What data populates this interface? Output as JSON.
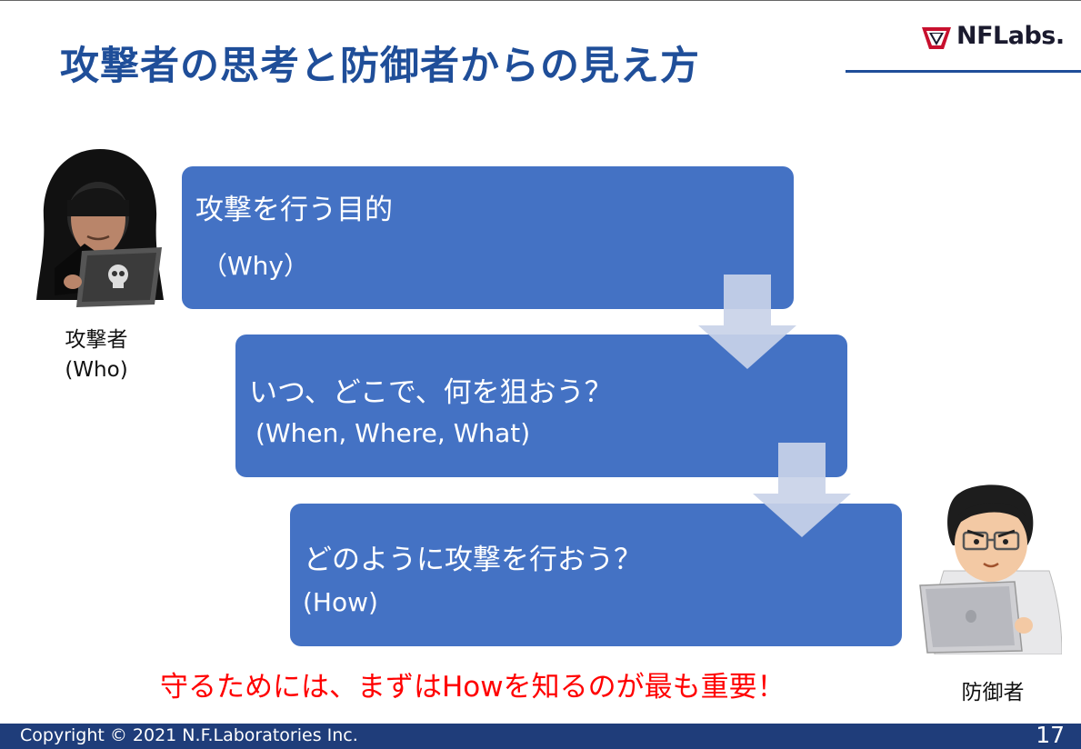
{
  "slide": {
    "title": "攻撃者の思考と防御者からの見え方",
    "logo": {
      "text_nf": "NF",
      "text_rest": "Labs."
    },
    "steps": [
      {
        "line1": "攻撃を行う目的",
        "line2": "（Why）"
      },
      {
        "line1": "いつ、どこで、何を狙おう？",
        "line2": "(When, Where, What)"
      },
      {
        "line1": "どのように攻撃を行おう？",
        "line2": "(How)"
      }
    ],
    "attacker": {
      "label": "攻撃者",
      "sublabel": "(Who)"
    },
    "defender": {
      "label": "防御者"
    },
    "emphasis": "守るためには、まずはHowを知るのが最も重要！",
    "footer": {
      "copyright": "Copyright © 2021 N.F.Laboratories Inc.",
      "page": "17"
    }
  },
  "colors": {
    "title": "#1f4e99",
    "box": "#4472c4",
    "arrow": "#c9d2e8",
    "emphasis": "#ff0000",
    "footer": "#1f3d7a"
  }
}
